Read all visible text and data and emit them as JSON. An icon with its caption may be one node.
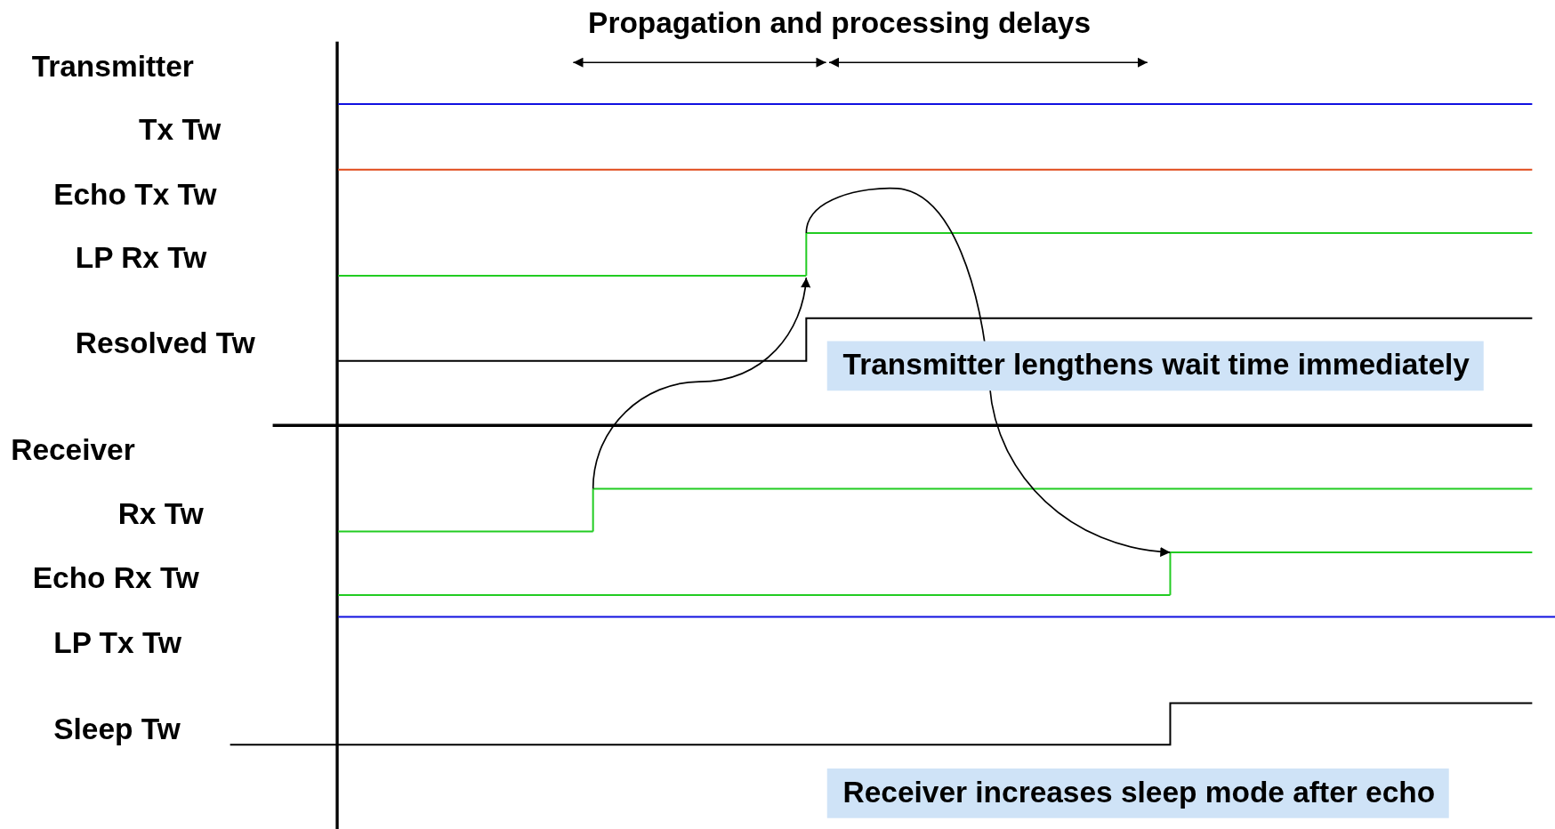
{
  "diagram": {
    "nodes": [
      {
        "text": [],
        "shape": "bar"
      },
      {
        "text": [],
        "shape": "bar"
      },
      {
        "text": [],
        "shape": "bar"
      }
    ],
    "edges": [
      {
        "from": 0,
        "to": 1,
        "arrow": "to"
      },
      {
        "from": 1,
        "to": 2,
        "arrow": "to"
      }
    ],
    "labels": [
      "Propagation and processing delays",
      "Transmitter",
      "Tx Tw",
      "Echo Tx Tw",
      "LP Rx Tw",
      "Resolved Tw",
      "Transmitter lengthens wait time immediately",
      "Receiver",
      "Rx Tw",
      "Echo Rx Tw",
      "LP Tx Tw",
      "Sleep Tw",
      "Receiver increases sleep mode after echo"
    ]
  }
}
